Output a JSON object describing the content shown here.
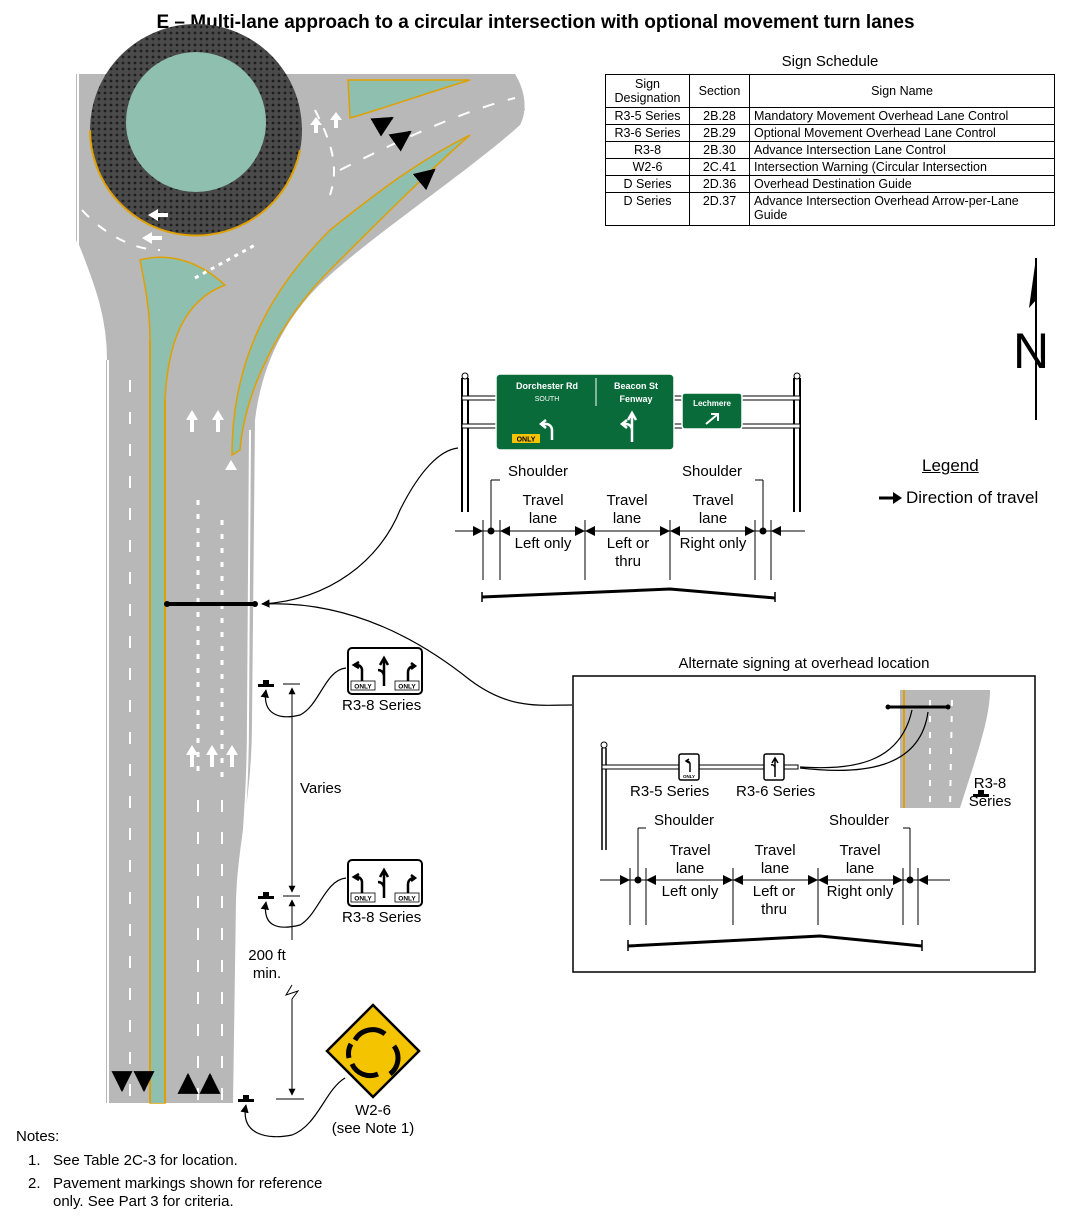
{
  "title": "E – Multi-lane approach to a circular intersection with optional movement turn lanes",
  "sign_schedule": {
    "title": "Sign Schedule",
    "headers": [
      "Sign Designation",
      "Section",
      "Sign Name"
    ],
    "rows": [
      [
        "R3-5 Series",
        "2B.28",
        "Mandatory Movement Overhead Lane Control"
      ],
      [
        "R3-6 Series",
        "2B.29",
        "Optional Movement Overhead Lane Control"
      ],
      [
        "R3-8",
        "2B.30",
        "Advance Intersection Lane Control"
      ],
      [
        "W2-6",
        "2C.41",
        "Intersection Warning (Circular Intersection"
      ],
      [
        "D Series",
        "2D.36",
        "Overhead Destination Guide"
      ],
      [
        "D Series",
        "2D.37",
        "Advance Intersection Overhead Arrow-per-Lane Guide"
      ]
    ]
  },
  "north": "N",
  "legend": {
    "title": "Legend",
    "direction": "Direction of travel"
  },
  "overhead_guide": {
    "left_panel": {
      "line1": "Dorchester Rd",
      "line2": "SOUTH",
      "plate": "ONLY"
    },
    "right_panel": {
      "line1": "Beacon St",
      "line2": "Fenway"
    },
    "small_panel": "Lechmere"
  },
  "lane_diagram": {
    "shoulder": "Shoulder",
    "lanes": [
      {
        "top": "Travel lane",
        "bottom": "Left only"
      },
      {
        "top": "Travel lane",
        "bottom": "Left or thru"
      },
      {
        "top": "Travel lane",
        "bottom": "Right only"
      }
    ]
  },
  "alternate": {
    "title": "Alternate signing at overhead location",
    "sign_a": "R3-5 Series",
    "sign_b": "R3-6 Series",
    "side_sign": "R3-8 Series",
    "plate": "ONLY"
  },
  "roadside": {
    "r38_upper": "R3-8 Series",
    "r38_lower": "R3-8 Series",
    "varies": "Varies",
    "min_dist": "200 ft min.",
    "w26": "W2-6",
    "w26_note": "(see Note 1)",
    "plate": "ONLY"
  },
  "notes": {
    "heading": "Notes:",
    "items": [
      {
        "num": "1.",
        "text": "See Table 2C-3 for location."
      },
      {
        "num": "2.",
        "text": "Pavement markings shown for reference only. See Part 3 for criteria."
      }
    ]
  },
  "colors": {
    "road": "#b8b8b8",
    "island": "#8fbfaf",
    "edge_yellow": "#e0a000",
    "guide_green": "#0a6b3a",
    "warning_yellow": "#f5c400"
  }
}
